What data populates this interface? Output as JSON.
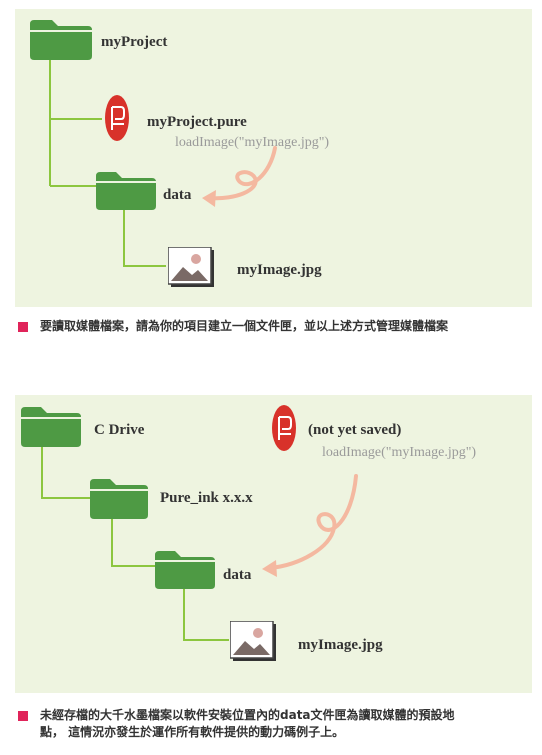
{
  "colors": {
    "panel_bg": "#eef4e0",
    "folder_green": "#4e9a44",
    "tree_line": "#8cc63f",
    "pure_red": "#d8322a",
    "arrow_peach": "#f4b8a0",
    "caption_mark": "#e0245a"
  },
  "diagram1": {
    "root_folder": "myProject",
    "pure_file": "myProject.pure",
    "code": "loadImage(\"myImage.jpg\")",
    "data_folder": "data",
    "image_file": "myImage.jpg",
    "caption": "要讀取媒體檔案，請為你的項目建立一個文件匣，並以上述方式管理媒體檔案"
  },
  "diagram2": {
    "root_folder": "C Drive",
    "pure_label": "(not yet saved)",
    "code": "loadImage(\"myImage.jpg\")",
    "app_folder": "Pure_ink x.x.x",
    "data_folder": "data",
    "image_file": "myImage.jpg",
    "caption_line1": "未經存檔的大千水墨檔案以軟件安裝位置內的data文件匣為讀取媒體的預設地",
    "caption_line2": "點，  這情況亦發生於運作所有軟件提供的動力碼例子上。"
  },
  "icons": {
    "folder": "folder-icon",
    "pure": "pure-file-icon",
    "image": "image-file-icon",
    "arrow": "curly-arrow-icon"
  }
}
